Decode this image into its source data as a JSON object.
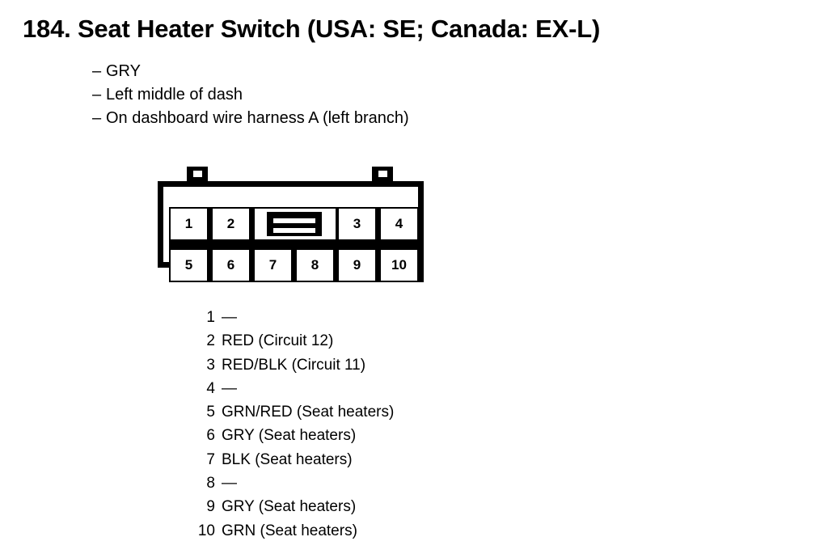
{
  "page": {
    "title": "184. Seat Heater Switch (USA: SE; Canada: EX-L)",
    "dash": "–"
  },
  "specs": [
    "GRY",
    "Left middle of dash",
    "On dashboard wire harness A (left branch)"
  ],
  "connector": {
    "top_row": [
      "1",
      "2",
      "3",
      "4"
    ],
    "bottom_row": [
      "5",
      "6",
      "7",
      "8",
      "9",
      "10"
    ]
  },
  "pins": [
    {
      "num": "1",
      "desc": "—"
    },
    {
      "num": "2",
      "desc": "RED (Circuit 12)"
    },
    {
      "num": "3",
      "desc": "RED/BLK (Circuit 11)"
    },
    {
      "num": "4",
      "desc": "—"
    },
    {
      "num": "5",
      "desc": "GRN/RED (Seat heaters)"
    },
    {
      "num": "6",
      "desc": "GRY (Seat heaters)"
    },
    {
      "num": "7",
      "desc": "BLK (Seat heaters)"
    },
    {
      "num": "8",
      "desc": "—"
    },
    {
      "num": "9",
      "desc": "GRY (Seat heaters)"
    },
    {
      "num": "10",
      "desc": "GRN (Seat heaters)"
    }
  ]
}
